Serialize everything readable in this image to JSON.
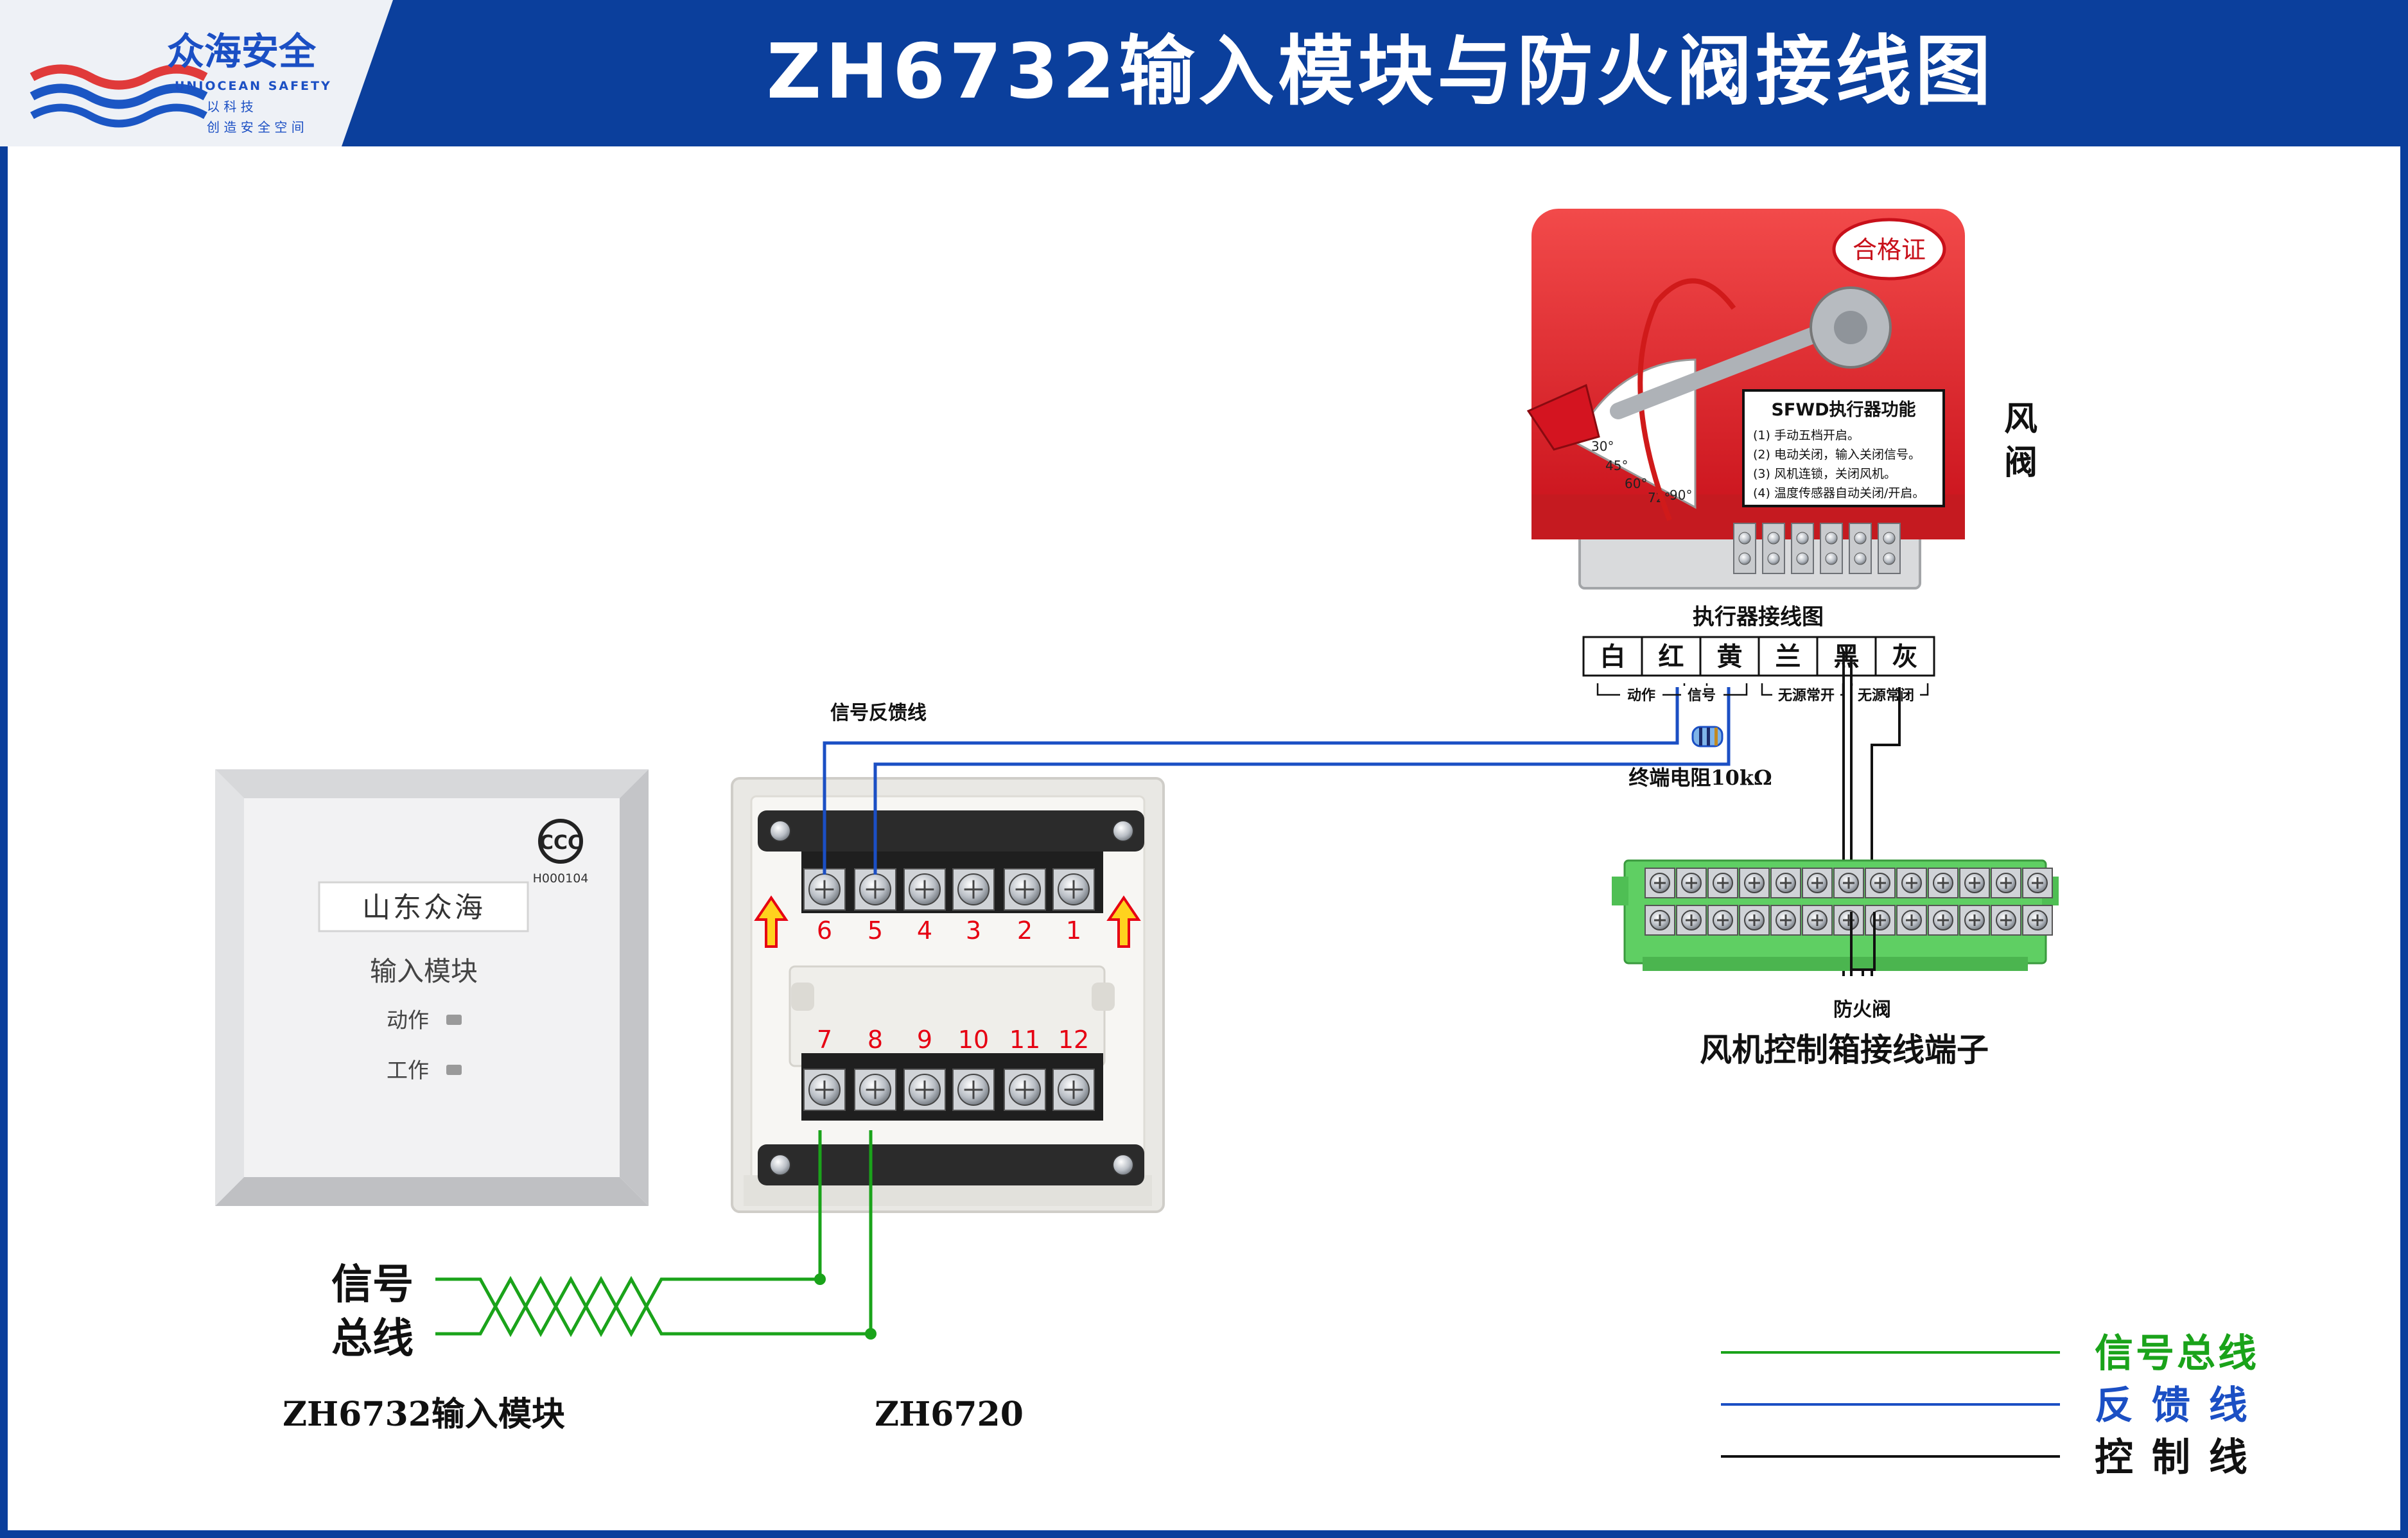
{
  "header": {
    "title": "ZH6732输入模块与防火阀接线图",
    "logo_name": "众海安全",
    "logo_en": "UNIOCEAN SAFETY",
    "slogan_1": "以 科 技",
    "slogan_2": "创 造 安 全 空 间"
  },
  "module": {
    "brand": "山东众海",
    "name": "输入模块",
    "led_action": "动作",
    "led_work": "工作",
    "cert_code": "H000104",
    "caption": "ZH6732输入模块"
  },
  "base": {
    "caption": "ZH6720",
    "top_terminals": [
      "6",
      "5",
      "4",
      "3",
      "2",
      "1"
    ],
    "bottom_terminals": [
      "7",
      "8",
      "9",
      "10",
      "11",
      "12"
    ]
  },
  "bus": {
    "label_1": "信号",
    "label_2": "总线"
  },
  "feedback_label": "信号反馈线",
  "valve": {
    "side_label_1": "风",
    "side_label_2": "阀",
    "certificate": "合格证",
    "panel_title": "SFWD执行器功能",
    "panel_lines": [
      "(1) 手动五档开启。",
      "(2) 电动关闭，输入关闭信号。",
      "(3) 风机连锁，关闭风机。",
      "(4) 温度传感器自动关闭/开启。"
    ],
    "dial_labels": [
      "30°",
      "45°",
      "60°",
      "72°",
      "90°"
    ]
  },
  "actuator": {
    "title": "执行器接线图",
    "wires": [
      "白",
      "红",
      "黄",
      "兰",
      "黑",
      "灰"
    ],
    "group_labels": [
      "动作",
      "信号",
      "无源常开",
      "无源常闭"
    ]
  },
  "resistor_label": "终端电阻10kΩ",
  "fan_box": {
    "label": "防火阀",
    "caption": "风机控制箱接线端子"
  },
  "legend": [
    {
      "label": "信号总线",
      "color": "#1aa31a"
    },
    {
      "label": "反 馈 线",
      "color": "#1b4fc4"
    },
    {
      "label": "控 制 线",
      "color": "#111111"
    }
  ],
  "colors": {
    "header_blue": "#0b3f9c",
    "terminal_red": "#e60012",
    "signal_green": "#1aa31a",
    "feedback_blue": "#1b4fc4",
    "control_black": "#111111",
    "valve_red": "#e8202a",
    "terminal_strip_green": "#5fcf63"
  }
}
